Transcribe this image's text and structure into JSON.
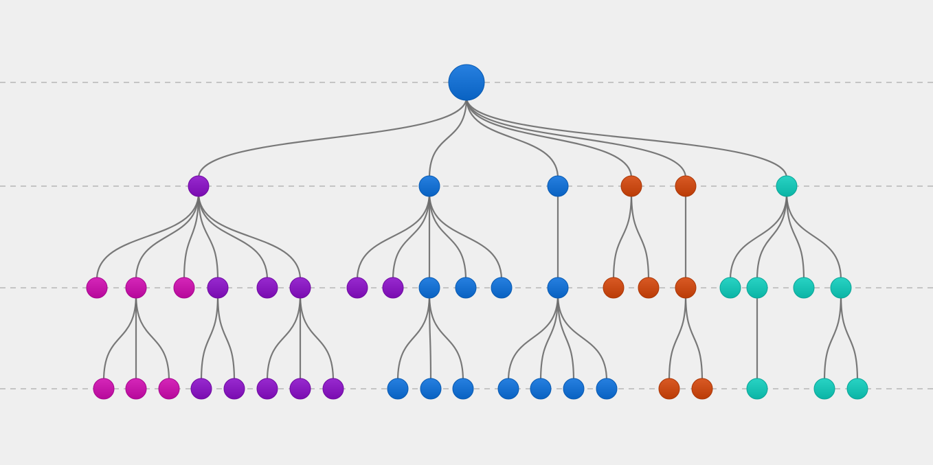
{
  "palette": {
    "blue": "#0a6fdc",
    "purple": "#8a0dc8",
    "magenta": "#cf09b0",
    "orange": "#d44407",
    "teal": "#0ccdbc",
    "edge": "#6e6e6e",
    "level_line": "#c4c4c4",
    "background": "#efefef"
  },
  "tree": {
    "levels": 4,
    "nodes": [
      {
        "id": "root",
        "level": 0,
        "color": "blue"
      },
      {
        "id": "a",
        "level": 1,
        "parent": "root",
        "color": "purple"
      },
      {
        "id": "b",
        "level": 1,
        "parent": "root",
        "color": "blue"
      },
      {
        "id": "c",
        "level": 1,
        "parent": "root",
        "color": "blue"
      },
      {
        "id": "d",
        "level": 1,
        "parent": "root",
        "color": "orange"
      },
      {
        "id": "e",
        "level": 1,
        "parent": "root",
        "color": "orange"
      },
      {
        "id": "f",
        "level": 1,
        "parent": "root",
        "color": "teal"
      },
      {
        "id": "a1",
        "level": 2,
        "parent": "a",
        "color": "magenta"
      },
      {
        "id": "a2",
        "level": 2,
        "parent": "a",
        "color": "magenta"
      },
      {
        "id": "a3",
        "level": 2,
        "parent": "a",
        "color": "magenta"
      },
      {
        "id": "a4",
        "level": 2,
        "parent": "a",
        "color": "purple"
      },
      {
        "id": "a5",
        "level": 2,
        "parent": "a",
        "color": "purple"
      },
      {
        "id": "a6",
        "level": 2,
        "parent": "a",
        "color": "purple"
      },
      {
        "id": "b1",
        "level": 2,
        "parent": "b",
        "color": "purple"
      },
      {
        "id": "b2",
        "level": 2,
        "parent": "b",
        "color": "purple"
      },
      {
        "id": "b3",
        "level": 2,
        "parent": "b",
        "color": "blue"
      },
      {
        "id": "b4",
        "level": 2,
        "parent": "b",
        "color": "blue"
      },
      {
        "id": "b5",
        "level": 2,
        "parent": "b",
        "color": "blue"
      },
      {
        "id": "c1",
        "level": 2,
        "parent": "c",
        "color": "blue"
      },
      {
        "id": "d1",
        "level": 2,
        "parent": "d",
        "color": "orange"
      },
      {
        "id": "d2",
        "level": 2,
        "parent": "d",
        "color": "orange"
      },
      {
        "id": "e1",
        "level": 2,
        "parent": "e",
        "color": "orange"
      },
      {
        "id": "f1",
        "level": 2,
        "parent": "f",
        "color": "teal"
      },
      {
        "id": "f2",
        "level": 2,
        "parent": "f",
        "color": "teal"
      },
      {
        "id": "f3",
        "level": 2,
        "parent": "f",
        "color": "teal"
      },
      {
        "id": "f4",
        "level": 2,
        "parent": "f",
        "color": "teal"
      },
      {
        "id": "a2x",
        "level": 3,
        "parent": "a2",
        "color": "magenta"
      },
      {
        "id": "a2y",
        "level": 3,
        "parent": "a2",
        "color": "magenta"
      },
      {
        "id": "a2z",
        "level": 3,
        "parent": "a2",
        "color": "magenta"
      },
      {
        "id": "a4x",
        "level": 3,
        "parent": "a4",
        "color": "purple"
      },
      {
        "id": "a4y",
        "level": 3,
        "parent": "a4",
        "color": "purple"
      },
      {
        "id": "a6x",
        "level": 3,
        "parent": "a6",
        "color": "purple"
      },
      {
        "id": "a6y",
        "level": 3,
        "parent": "a6",
        "color": "purple"
      },
      {
        "id": "a6z",
        "level": 3,
        "parent": "a6",
        "color": "purple"
      },
      {
        "id": "b3x",
        "level": 3,
        "parent": "b3",
        "color": "blue"
      },
      {
        "id": "b3y",
        "level": 3,
        "parent": "b3",
        "color": "blue"
      },
      {
        "id": "b3z",
        "level": 3,
        "parent": "b3",
        "color": "blue"
      },
      {
        "id": "c1w",
        "level": 3,
        "parent": "c1",
        "color": "blue"
      },
      {
        "id": "c1x",
        "level": 3,
        "parent": "c1",
        "color": "blue"
      },
      {
        "id": "c1y",
        "level": 3,
        "parent": "c1",
        "color": "blue"
      },
      {
        "id": "c1z",
        "level": 3,
        "parent": "c1",
        "color": "blue"
      },
      {
        "id": "e1x",
        "level": 3,
        "parent": "e1",
        "color": "orange"
      },
      {
        "id": "e1y",
        "level": 3,
        "parent": "e1",
        "color": "orange"
      },
      {
        "id": "f2x",
        "level": 3,
        "parent": "f2",
        "color": "teal"
      },
      {
        "id": "f4x",
        "level": 3,
        "parent": "f4",
        "color": "teal"
      },
      {
        "id": "f4y",
        "level": 3,
        "parent": "f4",
        "color": "teal"
      }
    ]
  }
}
